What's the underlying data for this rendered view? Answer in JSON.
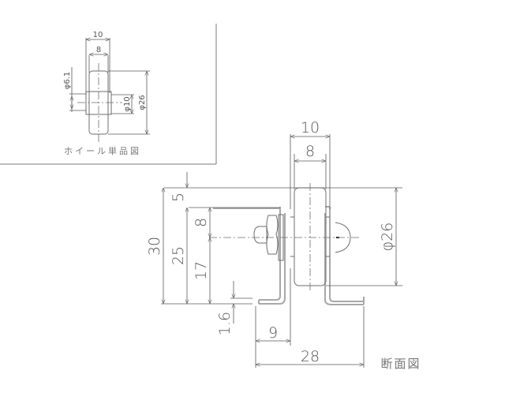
{
  "inset": {
    "title": "ホイール単品図",
    "dims": {
      "width_outer": "10",
      "width_inner": "8",
      "bore": "φ6.1",
      "hub": "φ10",
      "diameter": "φ26"
    }
  },
  "section": {
    "title": "断面図",
    "dims": {
      "width_outer": "10",
      "width_inner": "8",
      "diameter": "φ26",
      "height_total": "30",
      "height_25": "25",
      "height_17": "17",
      "offset_top": "5",
      "axle_from_top": "8",
      "thickness": "1.6",
      "flange": "9",
      "base_width": "28"
    }
  },
  "colors": {
    "line": "#6e6e6e",
    "bracket": "#a8a8a8",
    "background": "#ffffff"
  }
}
